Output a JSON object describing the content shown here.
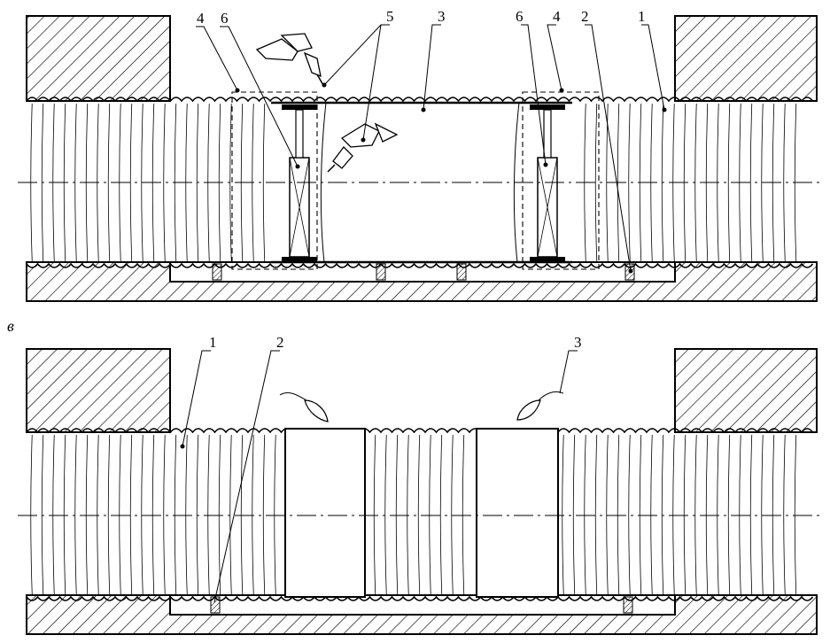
{
  "panels": [
    {
      "id": "top",
      "tag": "",
      "callouts": [
        {
          "label": "4"
        },
        {
          "label": "6"
        },
        {
          "label": "5"
        },
        {
          "label": "3"
        },
        {
          "label": "6"
        },
        {
          "label": "4"
        },
        {
          "label": "2"
        },
        {
          "label": "1"
        }
      ]
    },
    {
      "id": "bottom",
      "tag": "в",
      "callouts": [
        {
          "label": "1"
        },
        {
          "label": "2"
        },
        {
          "label": "3"
        }
      ]
    }
  ]
}
